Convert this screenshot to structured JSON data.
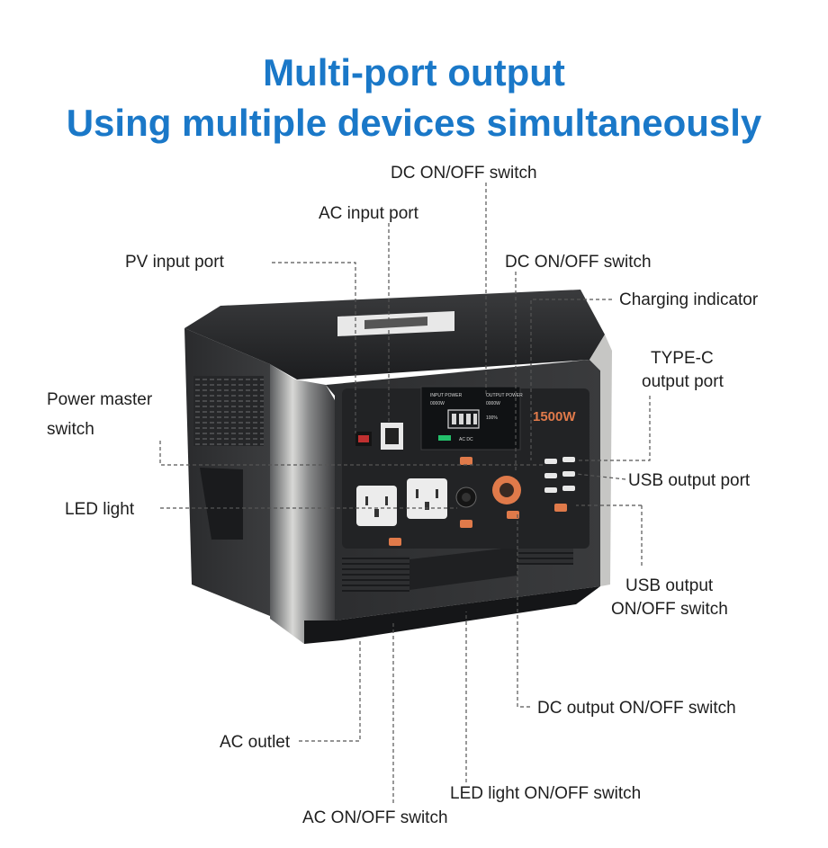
{
  "title": {
    "line1": "Multi-port output",
    "line2": "Using multiple devices simultaneously"
  },
  "device": {
    "power_rating": "1500W",
    "screen": {
      "input_power": "INPUT POWER",
      "input_value": "0000W",
      "output_power": "OUTPUT POWER",
      "output_value": "0000W",
      "battery": "100%",
      "icons": "AC  DC"
    }
  },
  "labels": {
    "dc_switch_top": "DC ON/OFF switch",
    "ac_input": "AC input port",
    "pv_input": "PV input port",
    "dc_switch_right": "DC ON/OFF switch",
    "charging_indicator": "Charging indicator",
    "type_c_line1": "TYPE-C",
    "type_c_line2": "output port",
    "power_master_line1": "Power master",
    "power_master_line2": "switch",
    "usb_output_port": "USB output port",
    "led_light": "LED light",
    "usb_switch_line1": "USB output",
    "usb_switch_line2": "ON/OFF switch",
    "dc_output_switch": "DC output ON/OFF switch",
    "ac_outlet": "AC outlet",
    "led_switch": "LED light ON/OFF switch",
    "ac_switch": "AC ON/OFF switch"
  },
  "colors": {
    "title": "#1a78c8",
    "accent_orange": "#e07a4a",
    "body_dark": "#2b2c2e",
    "leader_line": "#555555"
  }
}
